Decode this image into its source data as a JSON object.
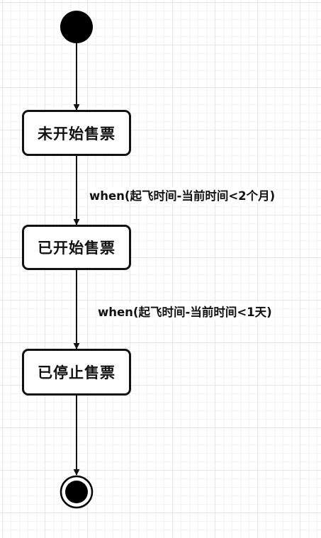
{
  "diagram": {
    "type": "state-machine",
    "states": [
      {
        "id": "s1",
        "label": "未开始售票"
      },
      {
        "id": "s2",
        "label": "已开始售票"
      },
      {
        "id": "s3",
        "label": "已停止售票"
      }
    ],
    "transitions": [
      {
        "from": "initial",
        "to": "s1",
        "label": ""
      },
      {
        "from": "s1",
        "to": "s2",
        "label": "when(起飞时间-当前时间<2个月)"
      },
      {
        "from": "s2",
        "to": "s3",
        "label": "when(起飞时间-当前时间<1天)"
      },
      {
        "from": "s3",
        "to": "final",
        "label": ""
      }
    ]
  },
  "colors": {
    "stroke": "#111111",
    "background": "#ffffff",
    "grid": "#e6e6e6"
  }
}
